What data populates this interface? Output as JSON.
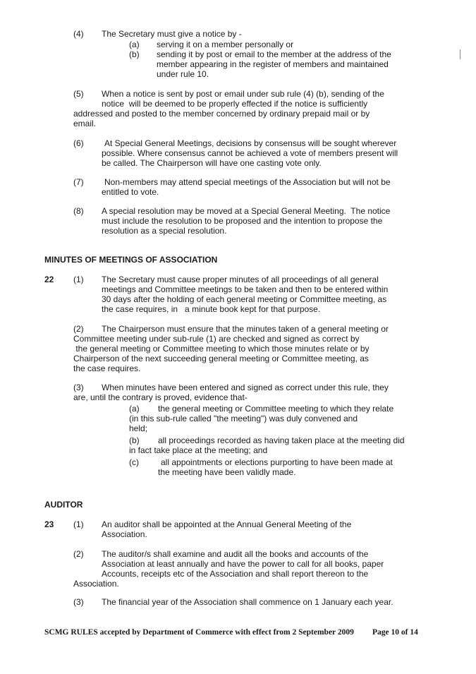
{
  "rule21": {
    "s4": {
      "num": "(4)",
      "text": "The Secretary must give a notice by -",
      "items": [
        {
          "label": "(a)",
          "lines": [
            "serving it on a member personally or"
          ]
        },
        {
          "label": "(b)",
          "lines": [
            "sending it by post or email to the member at the address of the",
            "member appearing in the register of members and maintained",
            "under rule 10."
          ]
        }
      ]
    },
    "s5": {
      "num": "(5)",
      "lines": [
        "When a notice is sent by post or email under sub rule (4) (b), sending of the",
        "notice  will be deemed to be properly effected if the notice is sufficiently",
        "addressed and posted to the member concerned by ordinary prepaid mail or by",
        "email."
      ]
    },
    "s6": {
      "num": "(6)",
      "lines": [
        "At Special General Meetings, decisions by consensus will be sought wherever",
        "possible. Where consensus cannot be achieved a vote of members present will",
        "be called. The Chairperson will have one casting vote only."
      ]
    },
    "s7": {
      "num": "(7)",
      "lines": [
        "Non-members may attend special meetings of the Association but will not be",
        "entitled to vote."
      ]
    },
    "s8": {
      "num": "(8)",
      "lines": [
        "A special resolution may be moved at a Special General Meeting.  The notice",
        "must include the resolution to be proposed and the intention to propose the",
        "resolution as a special resolution."
      ]
    }
  },
  "minutes": {
    "heading": "MINUTES OF MEETINGS OF ASSOCIATION",
    "rule_no": "22",
    "s1": {
      "num": "(1)",
      "lines": [
        "The Secretary must cause proper minutes of all proceedings of all general",
        "meetings and Committee meetings to be taken and then to be entered within",
        "30 days after the holding of each general meeting or Committee meeting, as",
        "the case requires, in   a minute book kept for that purpose."
      ]
    },
    "s2": {
      "num": "(2)",
      "lines": [
        "The Chairperson must ensure that the minutes taken of a general meeting or",
        "Committee meeting under sub-rule (1) are checked and signed as correct by",
        " the general meeting or Committee meeting to which those minutes relate or by",
        "Chairperson of the next succeeding general meeting or Committee meeting, as",
        "the case requires."
      ]
    },
    "s3": {
      "num": "(3)",
      "lines": [
        "When minutes have been entered and signed as correct under this rule, they",
        "are, until the contrary is proved, evidence that-"
      ],
      "items": [
        {
          "label": "(a)",
          "lines": [
            "the general meeting or Committee meeting to which they relate",
            "(in this sub-rule called \"the meeting\") was duly convened and",
            "held;"
          ]
        },
        {
          "label": "(b)",
          "lines": [
            "all proceedings recorded as having taken place at the meeting did",
            "in fact take place at the meeting; and"
          ]
        },
        {
          "label": "(c)",
          "lines": [
            "all appointments or elections purporting to have been made at",
            "the meeting have been validly made."
          ]
        }
      ]
    }
  },
  "auditor": {
    "heading": "AUDITOR",
    "rule_no": "23",
    "s1": {
      "num": "(1)",
      "lines": [
        "An auditor shall be appointed at the Annual General Meeting of the",
        "Association."
      ]
    },
    "s2": {
      "num": "(2)",
      "lines": [
        "The auditor/s shall examine and audit all the books and accounts of the",
        "Association at least annually and have the power to call for all books, paper",
        "Accounts, receipts etc of the Association and shall report thereon to the",
        "Association."
      ]
    },
    "s3": {
      "num": "(3)",
      "lines": [
        "The financial year of the Association shall commence on 1 January each year."
      ]
    }
  },
  "footer": {
    "left": "SCMG RULES accepted by Department of Commerce with effect from 2 September 2009",
    "page": "Page 10 of 14"
  }
}
